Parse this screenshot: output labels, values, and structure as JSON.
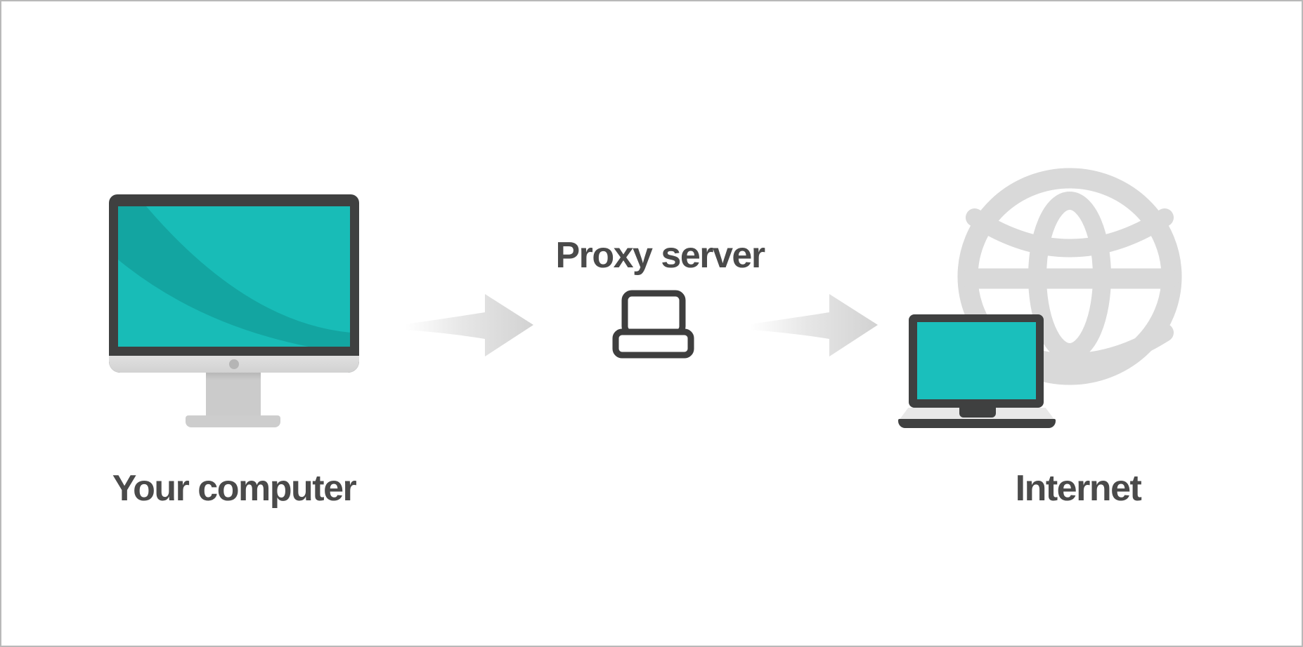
{
  "diagram": {
    "nodes": [
      {
        "id": "your-computer",
        "label": "Your computer",
        "icon": "desktop-monitor-icon"
      },
      {
        "id": "proxy-server",
        "label": "Proxy server",
        "icon": "laptop-outline-icon"
      },
      {
        "id": "internet",
        "label": "Internet",
        "icon": "laptop-globe-icon"
      }
    ],
    "connectors": [
      {
        "from": "your-computer",
        "to": "proxy-server",
        "type": "arrow-right"
      },
      {
        "from": "proxy-server",
        "to": "internet",
        "type": "arrow-right"
      }
    ]
  },
  "colors": {
    "background": "#ffffff",
    "border_grey": "#b9b9b9",
    "label_text": "#4a4a4a",
    "screen_teal": "#18bcb7",
    "screen_teal_swoosh": "#13a5a1",
    "laptop_teal": "#1abfbc",
    "device_dark_grey": "#3f4040",
    "arrow_grey": "#d2d2d2",
    "globe_grey": "#d9d9d9",
    "stand_grey": "#cbcbcb"
  }
}
